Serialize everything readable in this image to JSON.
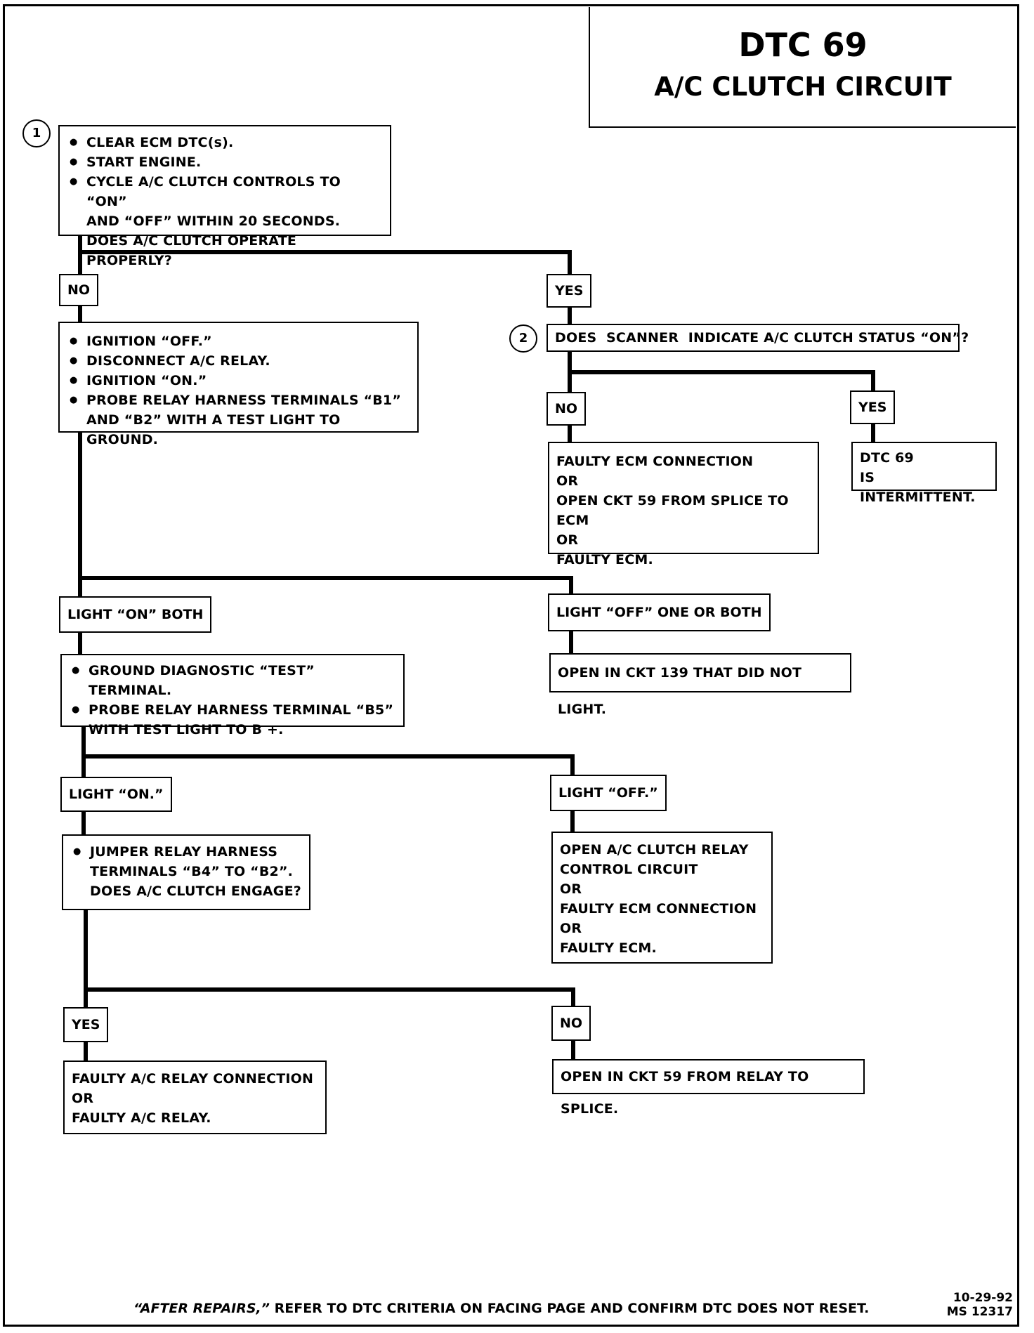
{
  "header": {
    "title": "DTC 69",
    "subtitle": "A/C CLUTCH CIRCUIT"
  },
  "step1": {
    "number": "1",
    "lines": [
      "CLEAR ECM DTC(s).",
      "START ENGINE.",
      "CYCLE A/C CLUTCH CONTROLS TO “ON”",
      "AND “OFF” WITHIN 20 SECONDS.",
      "DOES A/C CLUTCH OPERATE PROPERLY?"
    ]
  },
  "branch1": {
    "no": "NO",
    "yes": "YES"
  },
  "no1_box": {
    "lines": [
      "IGNITION “OFF.”",
      "DISCONNECT A/C RELAY.",
      "IGNITION “ON.”",
      "PROBE RELAY HARNESS TERMINALS “B1”",
      "AND “B2” WITH A TEST LIGHT TO GROUND."
    ]
  },
  "step2": {
    "number": "2",
    "question": "DOES  SCANNER  INDICATE A/C CLUTCH STATUS “ON”?"
  },
  "branch2": {
    "no": "NO",
    "yes": "YES"
  },
  "no2_box": {
    "lines": [
      "FAULTY ECM CONNECTION",
      "OR",
      "OPEN CKT 59 FROM SPLICE TO ECM",
      "OR",
      "FAULTY ECM."
    ]
  },
  "yes2_box": {
    "lines": [
      "DTC 69",
      "IS INTERMITTENT."
    ]
  },
  "branch3": {
    "left": "LIGHT “ON” BOTH",
    "right": "LIGHT “OFF” ONE OR BOTH"
  },
  "light_on_box": {
    "lines": [
      "GROUND DIAGNOSTIC “TEST” TERMINAL.",
      "PROBE RELAY HARNESS TERMINAL “B5”",
      "WITH TEST LIGHT TO B +."
    ]
  },
  "light_off_box": {
    "text": "OPEN IN CKT 139 THAT DID NOT LIGHT."
  },
  "branch4": {
    "left": "LIGHT “ON.”",
    "right": "LIGHT “OFF.”"
  },
  "jumper_box": {
    "lines": [
      "JUMPER RELAY HARNESS",
      "TERMINALS “B4” TO “B2”.",
      "DOES A/C CLUTCH ENGAGE?"
    ]
  },
  "light_off2_box": {
    "lines": [
      "OPEN A/C CLUTCH RELAY",
      "CONTROL CIRCUIT",
      "OR",
      "FAULTY ECM CONNECTION",
      "OR",
      "FAULTY ECM."
    ]
  },
  "branch5": {
    "yes": "YES",
    "no": "NO"
  },
  "yes5_box": {
    "lines": [
      "FAULTY A/C RELAY CONNECTION",
      "OR",
      "FAULTY A/C RELAY."
    ]
  },
  "no5_box": {
    "text": "OPEN IN CKT 59 FROM RELAY TO SPLICE."
  },
  "footer": {
    "note_italic": "“AFTER REPAIRS,”",
    "note_rest": " REFER TO DTC CRITERIA ON FACING PAGE AND CONFIRM DTC DOES NOT RESET.",
    "date": "10-29-92",
    "code": "MS 12317"
  }
}
